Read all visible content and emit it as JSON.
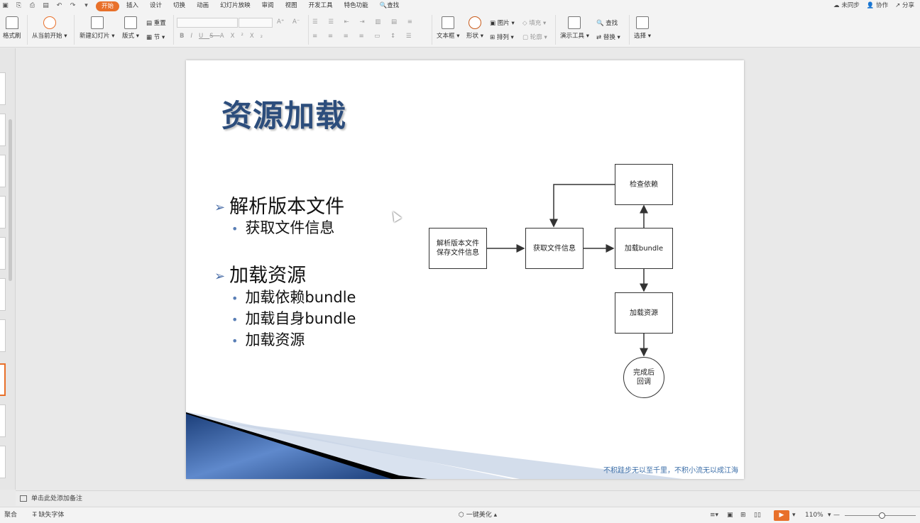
{
  "menu": {
    "quick_access": [
      "save",
      "print",
      "undo",
      "redo"
    ],
    "tabs": [
      "开始",
      "插入",
      "设计",
      "切换",
      "动画",
      "幻灯片放映",
      "审阅",
      "视图",
      "开发工具",
      "特色功能"
    ],
    "active_tab": "开始",
    "search_label": "查找",
    "right": {
      "sync": "未同步",
      "collab": "协作",
      "share": "分享"
    }
  },
  "ribbon": {
    "format_painter": "格式刷",
    "play_from_current": "从当前开始",
    "new_slide": "新建幻灯片",
    "layout": "版式",
    "reset": "重置",
    "section": "节",
    "text_box": "文本框",
    "shape": "形状",
    "picture": "图片",
    "fill": "填充",
    "arrange": "排列",
    "outline": "轮廓",
    "present_tools": "演示工具",
    "find": "查找",
    "replace": "替换",
    "select": "选择",
    "font_styles": [
      "B",
      "I",
      "U",
      "S",
      "A",
      "X²",
      "X₂"
    ],
    "size_up": "A⁺",
    "size_down": "A⁻"
  },
  "slide": {
    "title": "资源加载",
    "bullets": [
      {
        "text": "解析版本文件",
        "subs": [
          "获取文件信息"
        ]
      },
      {
        "text": "加载资源",
        "subs": [
          "加载依赖bundle",
          "加载自身bundle",
          "加载资源"
        ]
      }
    ],
    "flow": {
      "parse": [
        "解析版本文件",
        "保存文件信息"
      ],
      "get_info": "获取文件信息",
      "load_bundle": "加载bundle",
      "check_deps": "检查依赖",
      "load_res": "加载资源",
      "done": [
        "完成后",
        "回调"
      ]
    },
    "footer": "不积跬步无以至千里，不积小流无以成江海"
  },
  "notes": {
    "placeholder": "单击此处添加备注"
  },
  "status": {
    "left_1": "聚合",
    "left_2": "缺失字体",
    "beautify": "一键美化",
    "zoom": "110%"
  },
  "colors": {
    "accent": "#e8702a",
    "title": "#2c4d7c",
    "footer": "#3b6ea8"
  }
}
